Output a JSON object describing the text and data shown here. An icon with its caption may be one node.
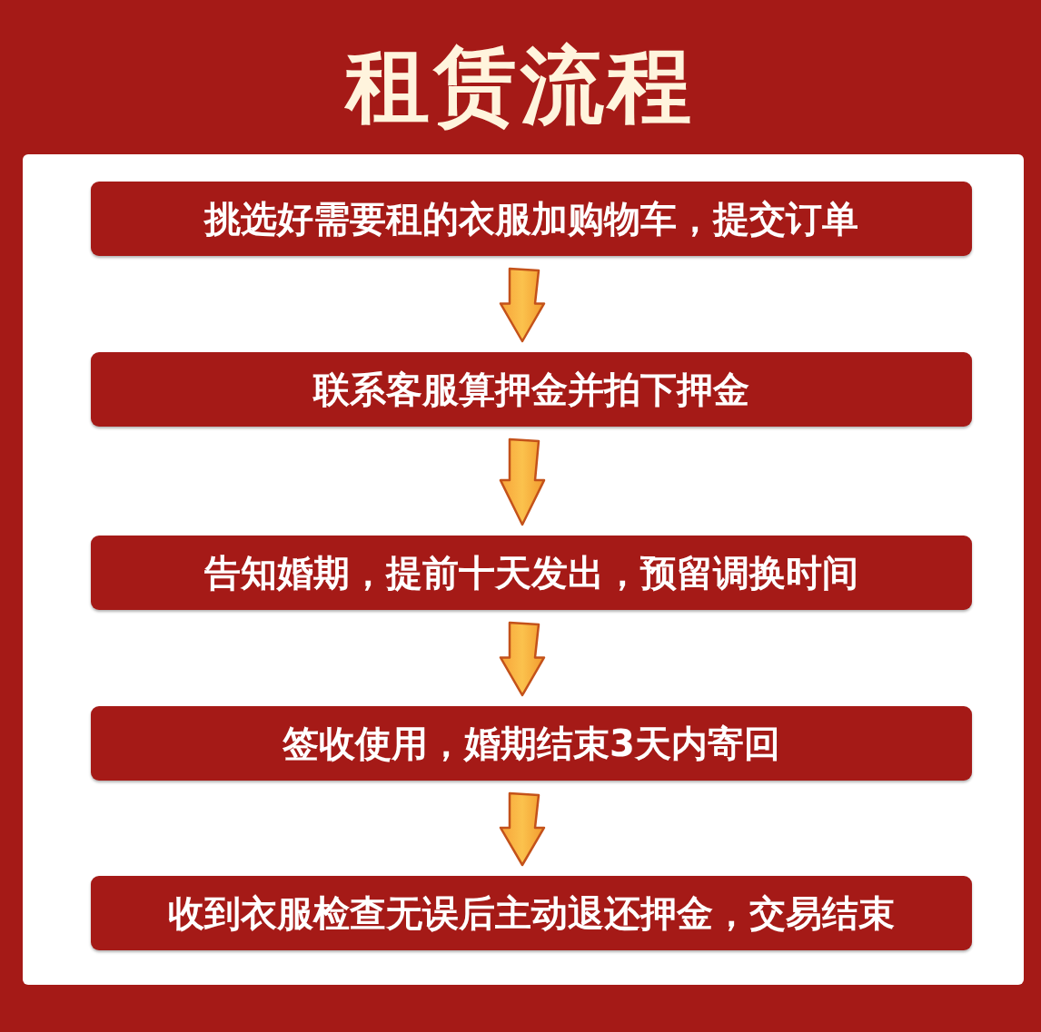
{
  "diagram": {
    "title": "租赁流程",
    "nodes": [
      {
        "text": [
          "挑选好需要租的衣服加购物车，提交订单"
        ]
      },
      {
        "text": [
          "联系客服算押金并拍下押金"
        ]
      },
      {
        "text": [
          "告知婚期，提前十天发出，预留调换时间"
        ]
      },
      {
        "text": [
          "签收使用，婚期结束3天内寄回"
        ]
      },
      {
        "text": [
          "收到衣服检查无误后主动退还押金，交易结束"
        ]
      }
    ],
    "edges": [
      {
        "from": 0,
        "to": 1,
        "arrow": "to"
      },
      {
        "from": 1,
        "to": 2,
        "arrow": "to"
      },
      {
        "from": 2,
        "to": 3,
        "arrow": "to"
      },
      {
        "from": 3,
        "to": 4,
        "arrow": "to"
      }
    ]
  }
}
